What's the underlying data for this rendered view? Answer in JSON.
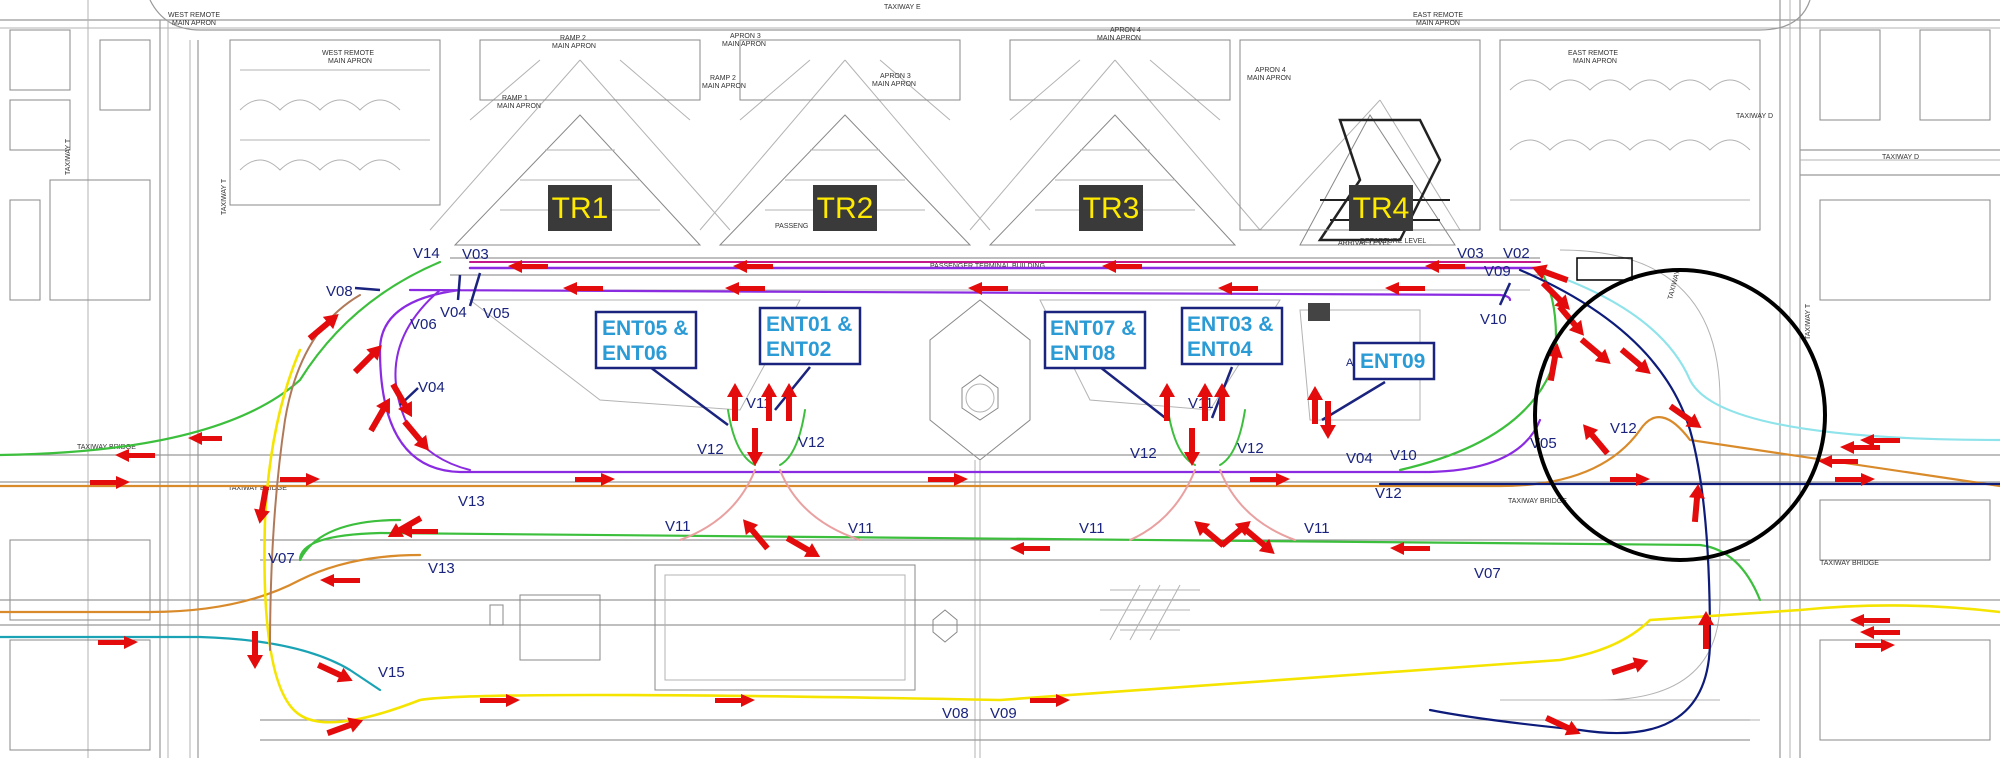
{
  "terminals": [
    {
      "label": "TR1"
    },
    {
      "label": "TR2"
    },
    {
      "label": "TR3"
    },
    {
      "label": "TR4"
    }
  ],
  "entrance_callouts": [
    {
      "line1": "ENT05 &",
      "line2": "ENT06"
    },
    {
      "line1": "ENT01 &",
      "line2": "ENT02"
    },
    {
      "line1": "ENT07 &",
      "line2": "ENT08"
    },
    {
      "line1": "ENT03 &",
      "line2": "ENT04"
    },
    {
      "line1": "ENT09",
      "line2": ""
    }
  ],
  "background_labels": {
    "taxiway_e": "TAXIWAY E",
    "west_remote_a": "WEST REMOTE",
    "west_remote_b": "MAIN APRON",
    "west_remote2_a": "WEST REMOTE",
    "west_remote2_b": "MAIN APRON",
    "ramp1_a": "RAMP 1",
    "ramp1_b": "MAIN APRON",
    "ramp2_a": "RAMP 2",
    "ramp2_b": "MAIN APRON",
    "apron3_a": "APRON 3",
    "apron3_b": "MAIN APRON",
    "ramp2b_a": "RAMP 2",
    "ramp2b_b": "MAIN APRON",
    "apron3b_a": "APRON 3",
    "apron3b_b": "MAIN APRON",
    "apron4_a": "APRON 4",
    "apron4_b": "MAIN APRON",
    "apron4b_a": "APRON 4",
    "apron4b_b": "MAIN APRON",
    "east_remote_a": "EAST REMOTE",
    "east_remote_b": "MAIN APRON",
    "east_remote2_a": "EAST REMOTE",
    "east_remote2_b": "MAIN APRON",
    "taxiway_t_left": "TAXIWAY T",
    "taxiway_t_left2": "TAXIWAY T",
    "taxiway_d_top": "TAXIWAY D",
    "taxiway_d_right": "TAXIWAY D",
    "taxiway_t_right": "TAXIWAY T",
    "taxiway_right": "TAXIWAY",
    "passenger_terminal": "PASSENGER TERMINAL BUILDING",
    "passenger_short": "PASSENG",
    "taxiway_bridge_1": "TAXIWAY BRIDGE",
    "taxiway_bridge_2": "TAXIWAY BRIDGE",
    "taxiway_bridge_3": "TAXIWAY BRIDGE",
    "taxiway_bridge_4": "TAXIWAY BRIDGE",
    "arrival_level": "ARRIVAL LEVEL",
    "departure_level": "DEPARTURE LEVEL"
  },
  "route_labels": {
    "v14": "V14",
    "v03_left": "V03",
    "v08_left": "V08",
    "v04_a": "V04",
    "v05_a": "V05",
    "v06": "V06",
    "v04_b": "V04",
    "v13_a": "V13",
    "v12_a": "V12",
    "v11_a": "V11",
    "v12_b": "V12",
    "v11_b": "V11",
    "v11_c": "V11",
    "v12_c": "V12",
    "v11_d": "V11",
    "v12_d": "V12",
    "v11_e": "V11",
    "v11_f": "V11",
    "v04_c": "V04",
    "v10_a": "V10",
    "v12_e": "V12",
    "v03_right": "V03",
    "v02": "V02",
    "v09_top": "V09",
    "v10_b": "V10",
    "v05_b": "V05",
    "v12_f": "V12",
    "v07_left": "V07",
    "v13_b": "V13",
    "v15": "V15",
    "v07_right": "V07",
    "v08_bottom": "V08",
    "v09_bottom": "V09",
    "a_mark": "A"
  },
  "colors": {
    "arrow": "#e30b0b",
    "callout_text": "#2b9bd6",
    "callout_border": "#1a237e",
    "terminal_label": "#ffea00",
    "route_label": "#1a237e",
    "route_purple": "#8a2be2",
    "route_magenta": "#c2188b",
    "route_green": "#3cbf3c",
    "route_orange": "#d98b2b",
    "route_navy": "#0d1b7a",
    "route_teal": "#1aa3b5",
    "route_yellow": "#f5e400",
    "route_brown": "#b07a5a",
    "route_cyan": "#8fe3ea",
    "route_pink": "#e9a0a0",
    "highlight_circle": "#000000"
  }
}
